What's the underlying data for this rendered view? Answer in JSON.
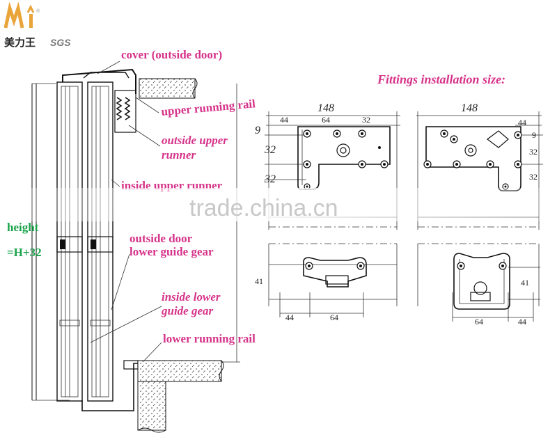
{
  "brand": {
    "logo_chinese": "美力王",
    "sgs": "SGS"
  },
  "labels": {
    "cover": "cover (outside door)",
    "upper_rail": "upper running rail",
    "outside_upper_1": "outside upper",
    "outside_upper_2": "runner",
    "inside_upper": "inside upper runner",
    "outside_lower_1": "outside door",
    "outside_lower_2": "lower guide gear",
    "inside_lower_1": "inside lower",
    "inside_lower_2": "guide gear",
    "lower_rail": "lower running rail",
    "height_1": "height",
    "height_2": "=H+32"
  },
  "fittings_title": "Fittings installation size:",
  "watermark": "trade.china.cn",
  "dims": {
    "top_left": {
      "width": "148",
      "a": "44",
      "b": "64",
      "c": "32",
      "offset": "9",
      "v1": "32",
      "v2": "32"
    },
    "top_right": {
      "width": "148",
      "a": "44",
      "offset": "9",
      "v1": "32",
      "v2": "32"
    },
    "bottom_left": {
      "h": "41",
      "a": "44",
      "b": "64"
    },
    "bottom_right": {
      "h": "41",
      "a": "64",
      "b": "44"
    }
  },
  "colors": {
    "label": "#d6338a",
    "height": "#1aa34a"
  }
}
